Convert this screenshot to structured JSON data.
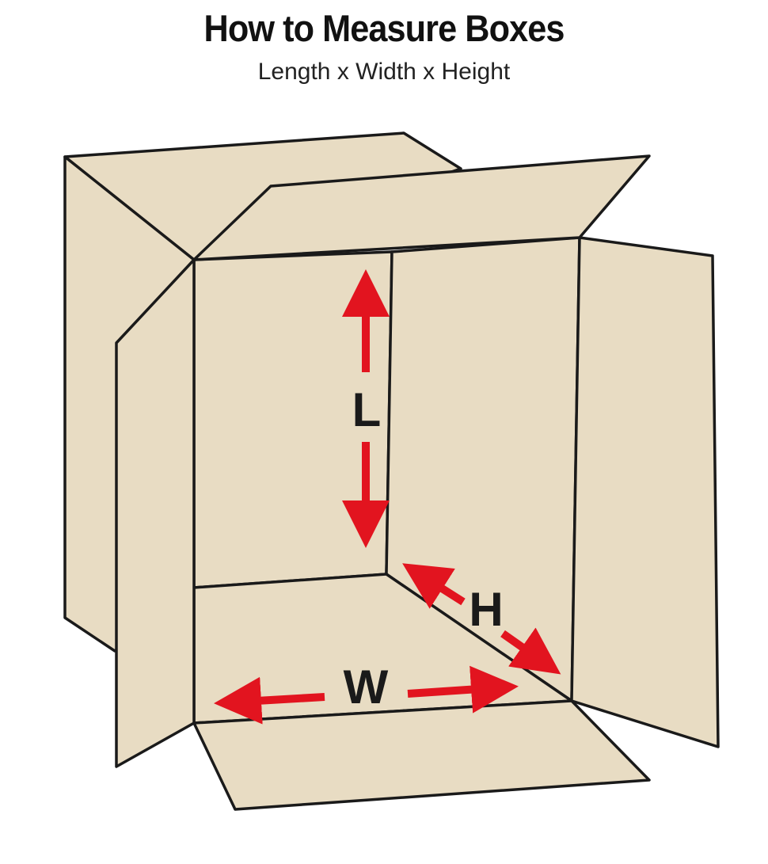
{
  "header": {
    "title": "How to Measure Boxes",
    "subtitle": "Length x Width x Height"
  },
  "dimensions": {
    "length_label": "L",
    "width_label": "W",
    "height_label": "H"
  },
  "colors": {
    "cardboard": "#e8dcc3",
    "cardboard_shade": "#e3d5ba",
    "outline": "#1a1a1a",
    "arrow": "#e2141f"
  }
}
